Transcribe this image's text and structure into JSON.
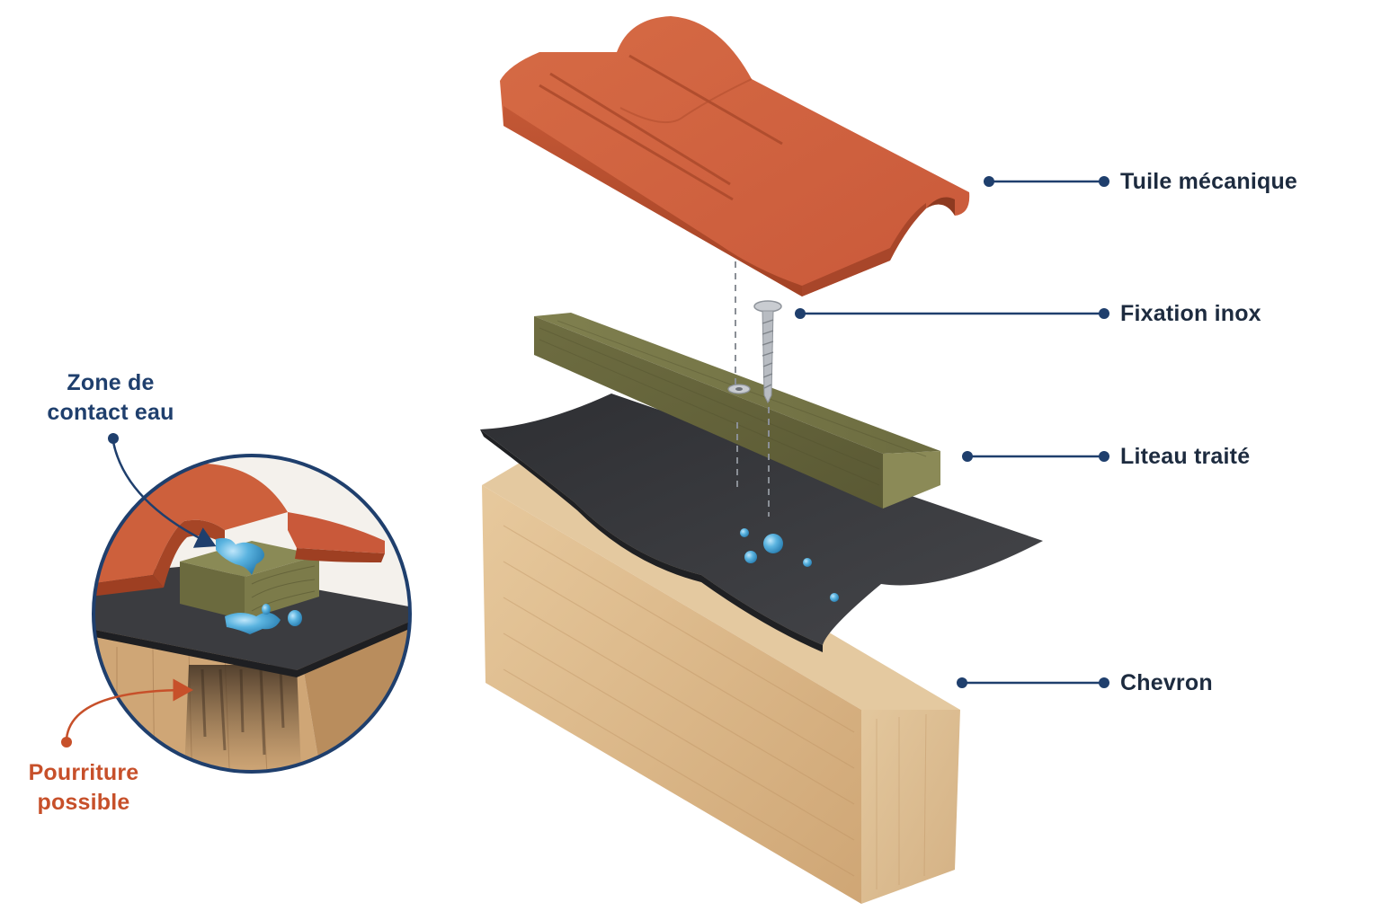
{
  "labels": {
    "tile": "Tuile mécanique",
    "fixing": "Fixation inox",
    "batten": "Liteau traité",
    "rafter": "Chevron"
  },
  "inset": {
    "water_zone": [
      "Zone de",
      "contact eau"
    ],
    "rot": [
      "Pourriture",
      "possible"
    ]
  },
  "colors": {
    "navy": "#1f3f6d",
    "label_dark": "#1d2b3f",
    "rot_accent": "#c7502a",
    "tile": "#d0633f",
    "batten": "#767548",
    "membrane": "#3c3d40",
    "rafter": "#d8b487",
    "water": "#4aa4d4"
  },
  "icons": [
    "water-drop-icon",
    "screw-icon",
    "callout-dot-icon"
  ]
}
